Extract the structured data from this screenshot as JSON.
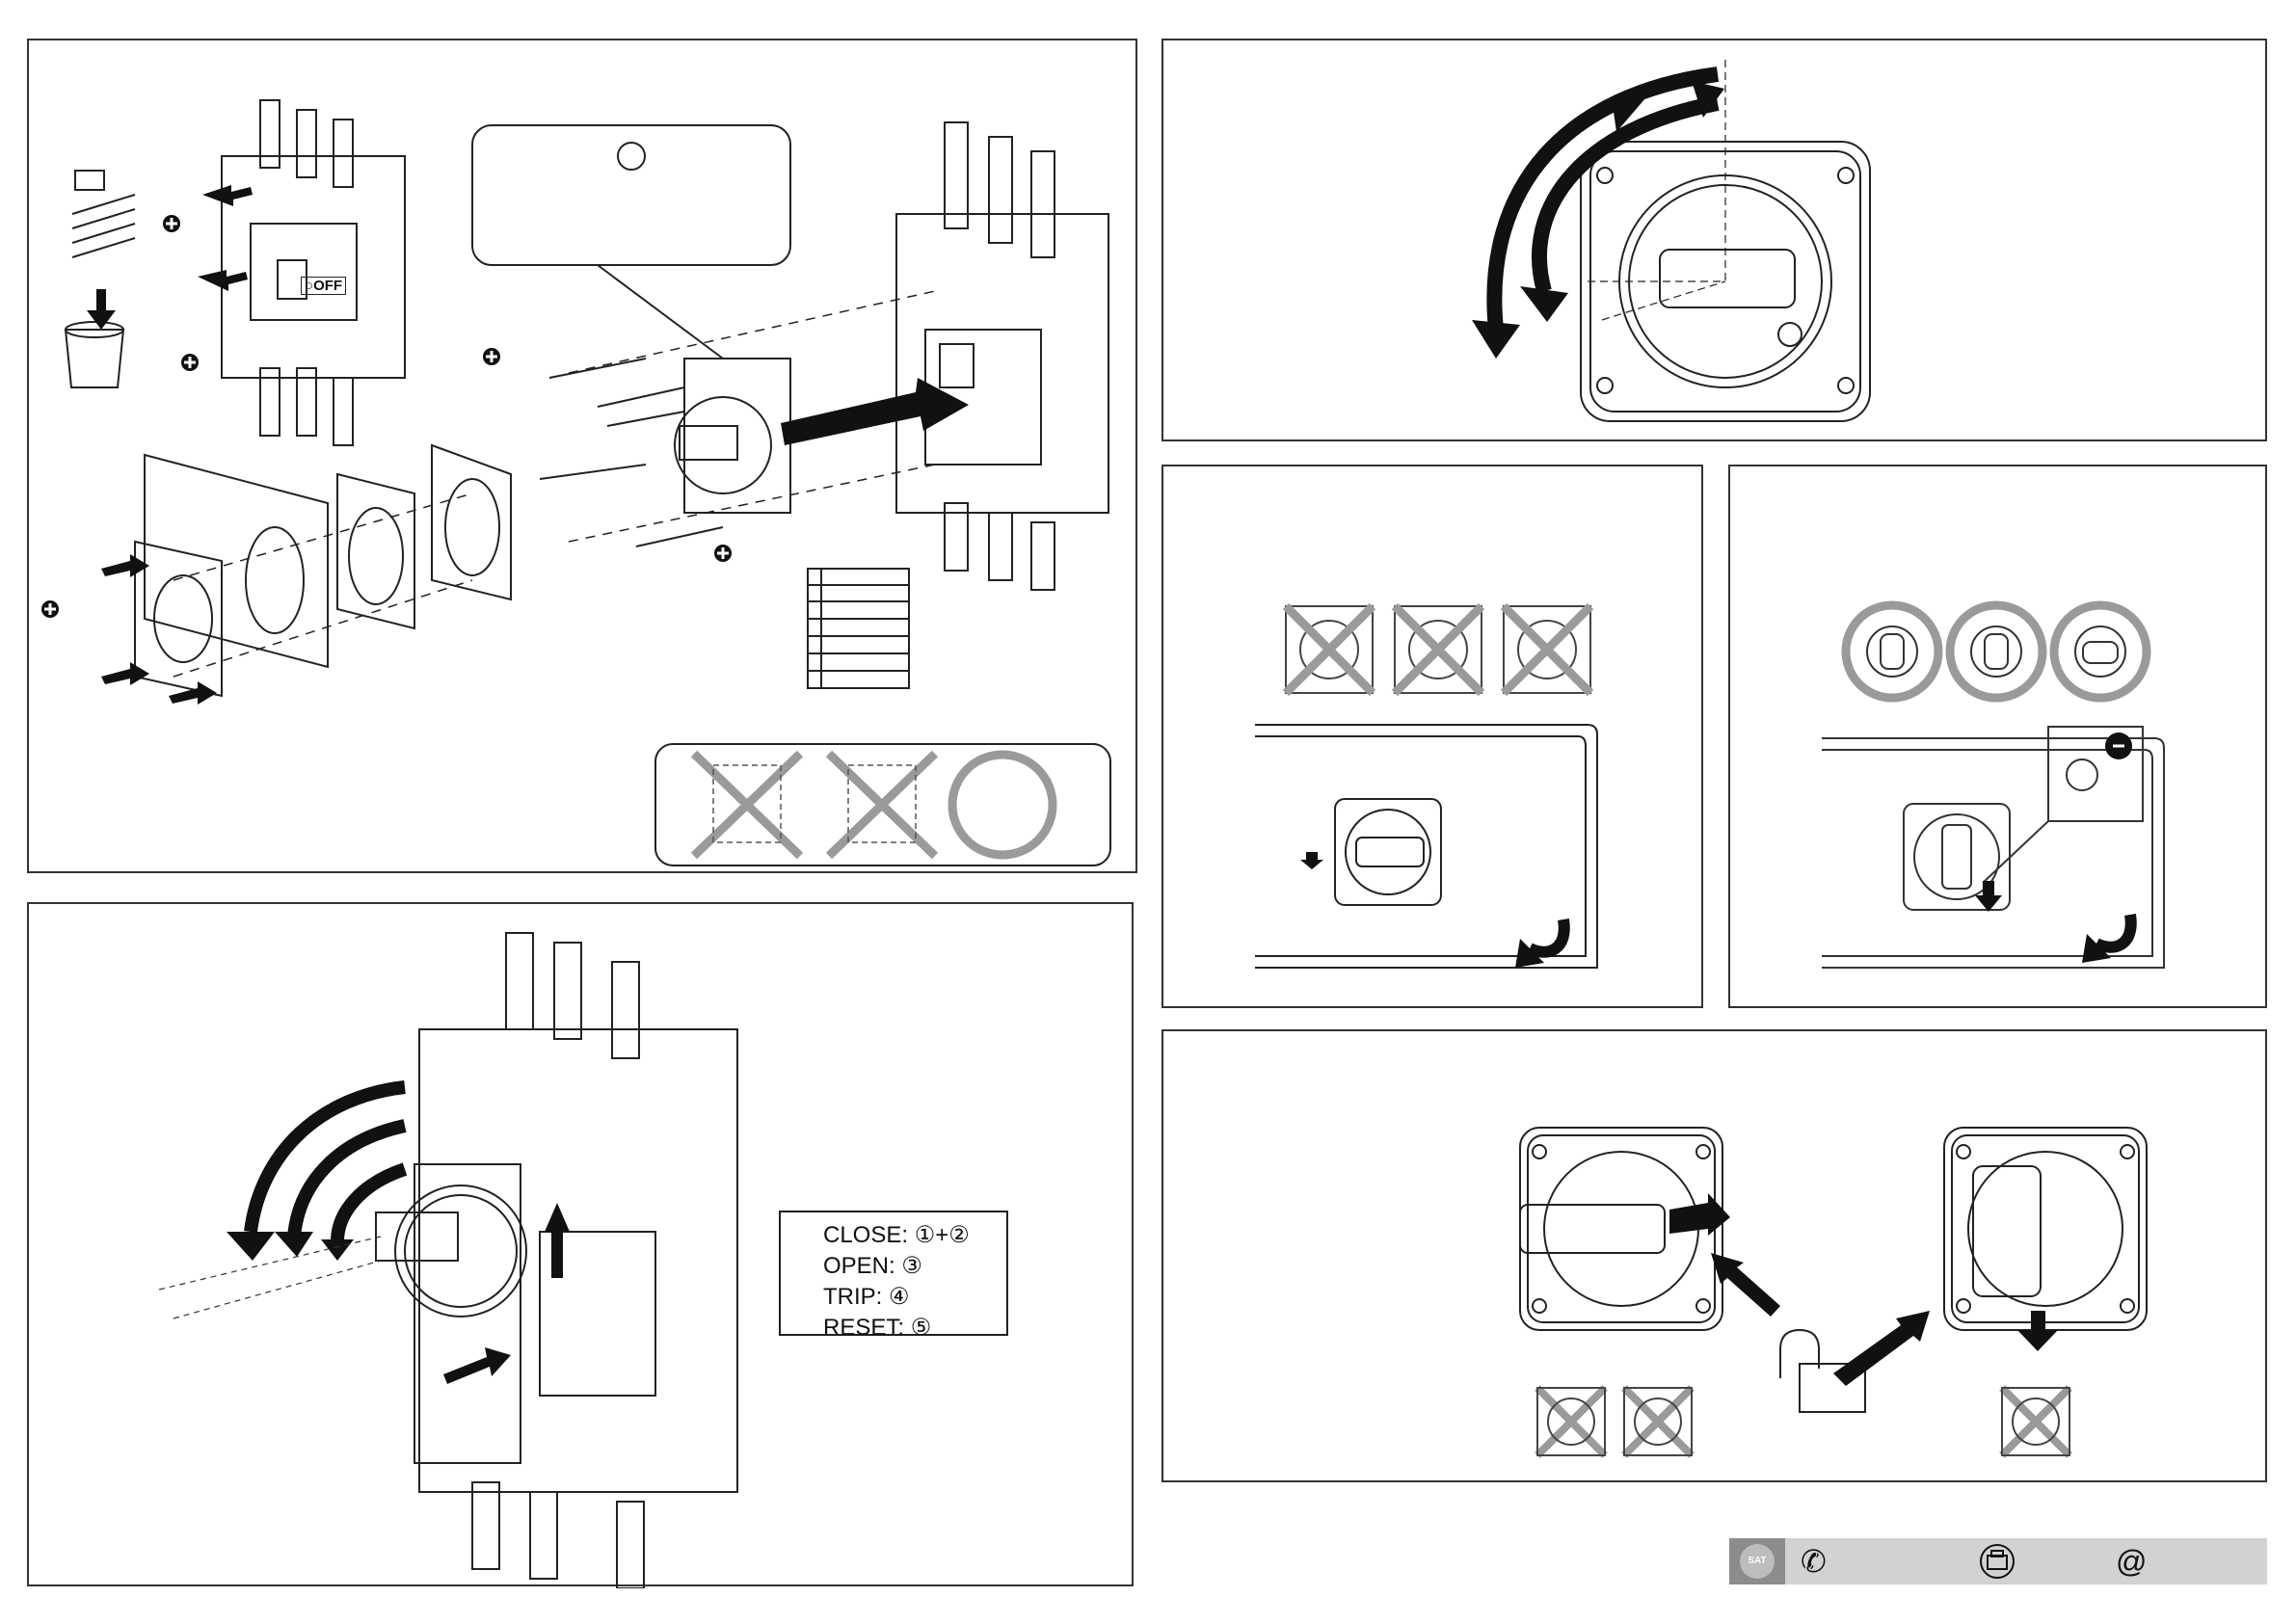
{
  "labels": {
    "off_position": "OFF"
  },
  "legend": {
    "close": "CLOSE: ①+②",
    "open": "OPEN: ③",
    "trip": "TRIP: ④",
    "reset": "RESET: ⑤"
  },
  "sat_bar": {
    "logo_text": "SAT",
    "icons": [
      "phone-icon",
      "fax-icon",
      "email-icon"
    ],
    "email_symbol": "@",
    "phone_symbol": "✆"
  },
  "colors": {
    "arrow": "#111111",
    "cross": "#9a9a9a",
    "ok_ring": "#9a9a9a",
    "bar": "#d2d2d2"
  }
}
